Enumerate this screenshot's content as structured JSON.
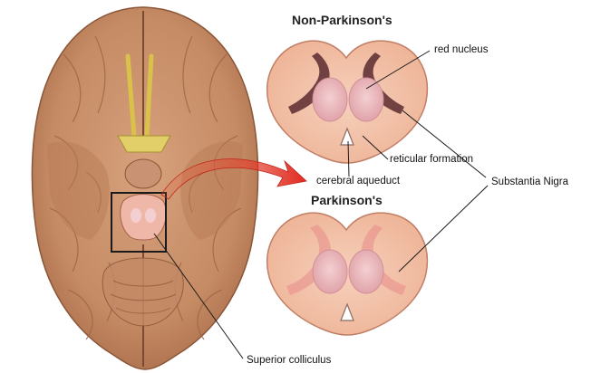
{
  "titles": {
    "non_parkinsons": "Non-Parkinson's",
    "parkinsons": "Parkinson's"
  },
  "labels": {
    "red_nucleus": "red nucleus",
    "reticular_formation": "reticular formation",
    "cerebral_aqueduct": "cerebral aqueduct",
    "substantia_nigra": "Substantia Nigra",
    "superior_colliculus": "Superior colliculus"
  },
  "colors": {
    "brain": "#c9906a",
    "brain_dark": "#8a5638",
    "section_fill": "#f1c2a8",
    "substantia_nigra_normal": "#5a2a30",
    "substantia_nigra_faded": "#e88a8a",
    "red_nucleus": "#e9b7b9",
    "optic_nerve": "#d9c24a",
    "arrow": "#e23a30"
  }
}
